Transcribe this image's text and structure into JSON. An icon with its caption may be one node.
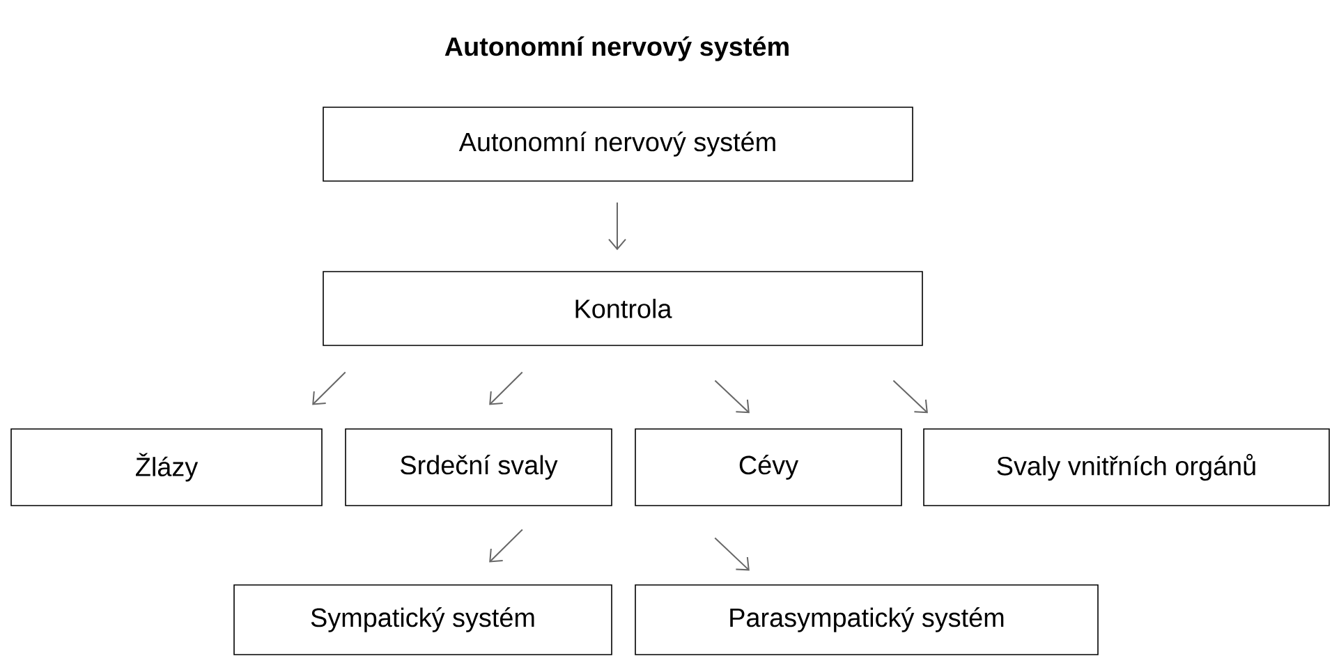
{
  "diagram": {
    "title": "Autonomní nervový systém",
    "nodes": [
      {
        "text": [
          "Autonomní nervový systém"
        ]
      },
      {
        "text": [
          "Kontrola"
        ]
      },
      {
        "text": [
          "Žlázy"
        ]
      },
      {
        "text": [
          "Srdeční svaly"
        ]
      },
      {
        "text": [
          "Cévy"
        ]
      },
      {
        "text": [
          "Svaly vnitřních orgánů"
        ]
      },
      {
        "text": [
          "Sympatický systém"
        ]
      },
      {
        "text": [
          "Parasympatický systém"
        ]
      }
    ],
    "edges": [
      {
        "from": 0,
        "to": 1,
        "arrow": "to"
      },
      {
        "from": 1,
        "to": 2,
        "arrow": "to"
      },
      {
        "from": 1,
        "to": 3,
        "arrow": "to"
      },
      {
        "from": 1,
        "to": 4,
        "arrow": "to"
      },
      {
        "from": 1,
        "to": 5,
        "arrow": "to"
      },
      {
        "from": 3,
        "to": 6,
        "arrow": "to"
      },
      {
        "from": 4,
        "to": 7,
        "arrow": "to"
      }
    ]
  }
}
